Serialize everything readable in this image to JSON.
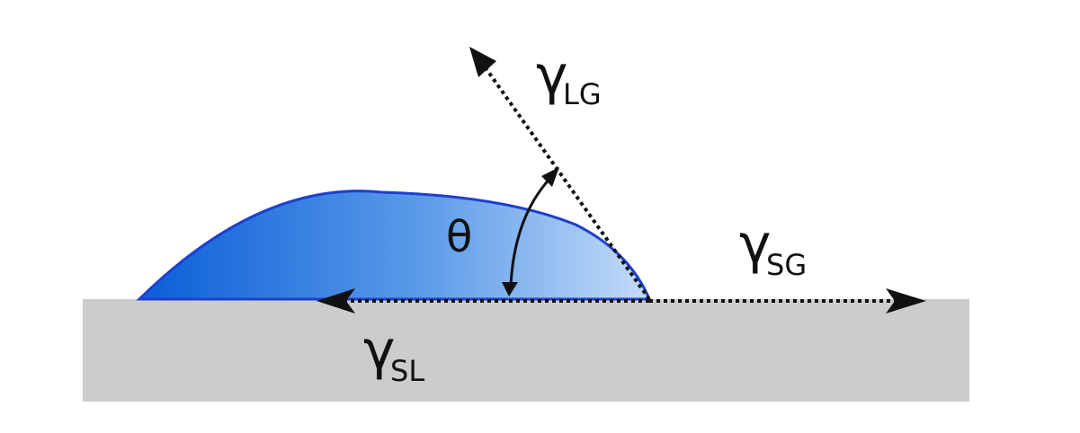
{
  "labels": {
    "gamma": "γ",
    "theta": "θ",
    "lg_sub": "LG",
    "sg_sub": "SG",
    "sl_sub": "SL"
  },
  "colors": {
    "substrate": "#cccccc",
    "droplet_dark": "#0a5ed8",
    "droplet_light": "#bcd6f7",
    "droplet_edge": "#1d3fd0",
    "arrows": "#111111"
  }
}
